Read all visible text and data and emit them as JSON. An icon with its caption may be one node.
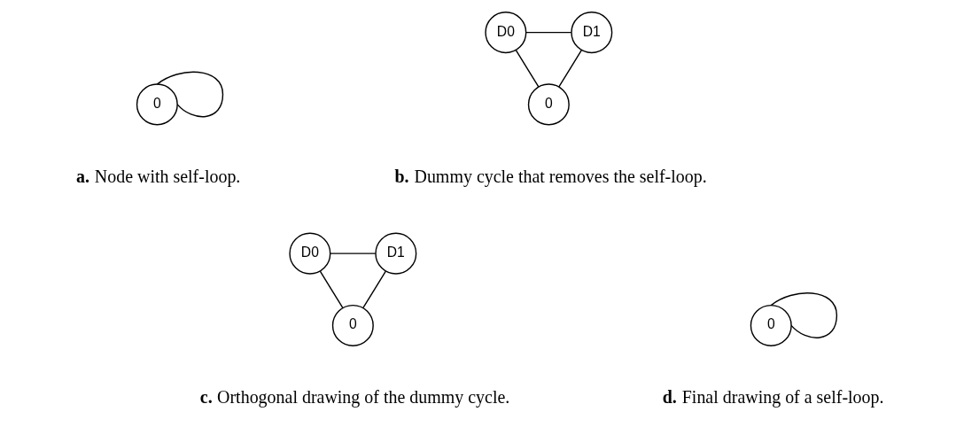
{
  "diagram": {
    "nodes": [
      {
        "text": [
          "0"
        ]
      },
      {
        "text": [
          "D0"
        ]
      },
      {
        "text": [
          "D1"
        ]
      },
      {
        "text": [
          "0"
        ]
      },
      {
        "text": [
          "D0"
        ]
      },
      {
        "text": [
          "D1"
        ]
      },
      {
        "text": [
          "0"
        ]
      },
      {
        "text": [
          "0"
        ]
      }
    ],
    "edges": [
      {
        "from": 0,
        "to": 0,
        "arrow": "none"
      },
      {
        "from": 1,
        "to": 2,
        "arrow": "none"
      },
      {
        "from": 1,
        "to": 3,
        "arrow": "none"
      },
      {
        "from": 2,
        "to": 3,
        "arrow": "none"
      },
      {
        "from": 4,
        "to": 5,
        "arrow": "none"
      },
      {
        "from": 4,
        "to": 6,
        "arrow": "none"
      },
      {
        "from": 5,
        "to": 6,
        "arrow": "none"
      },
      {
        "from": 7,
        "to": 7,
        "arrow": "none"
      }
    ],
    "labels": [
      "**a.** Node with self-loop.",
      "**b.** Dummy cycle that removes the self-loop.",
      "**c.** Orthogonal drawing of the dummy cycle.",
      "**d.** Final drawing of a self-loop."
    ]
  }
}
